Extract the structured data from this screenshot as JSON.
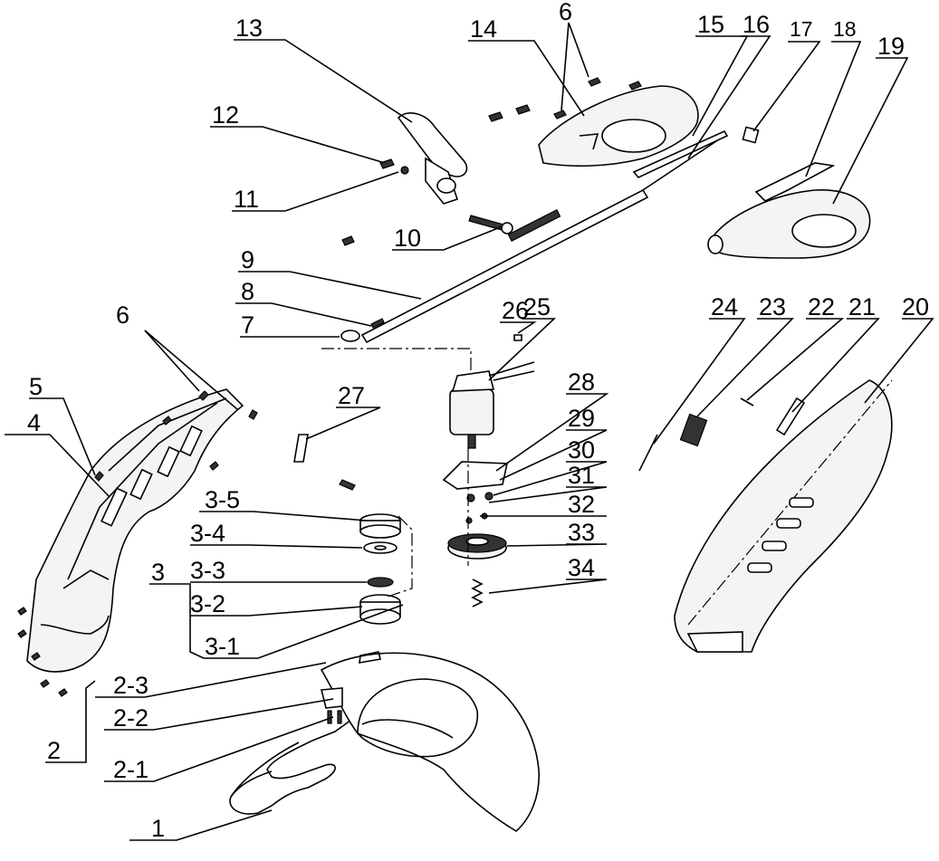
{
  "diagram": {
    "part_labels": {
      "p1": "1",
      "p2": "2",
      "p2_1": "2-1",
      "p2_2": "2-2",
      "p2_3": "2-3",
      "p3": "3",
      "p3_1": "3-1",
      "p3_2": "3-2",
      "p3_3": "3-3",
      "p3_4": "3-4",
      "p3_5": "3-5",
      "p4": "4",
      "p5": "5",
      "p6a": "6",
      "p6b": "6",
      "p7": "7",
      "p8": "8",
      "p9": "9",
      "p10": "10",
      "p11": "11",
      "p12": "12",
      "p13": "13",
      "p14": "14",
      "p15": "15",
      "p16": "16",
      "p17": "17",
      "p18": "18",
      "p19": "19",
      "p20": "20",
      "p21": "21",
      "p22": "22",
      "p23": "23",
      "p24": "24",
      "p25": "25",
      "p26": "26",
      "p27": "27",
      "p28": "28",
      "p29": "29",
      "p30": "30",
      "p31": "31",
      "p32": "32",
      "p33": "33",
      "p34": "34"
    }
  }
}
